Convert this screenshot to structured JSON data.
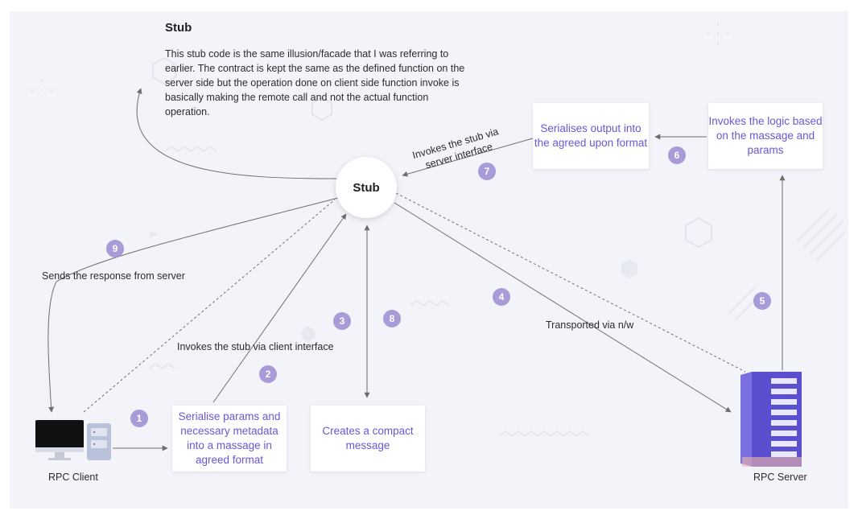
{
  "note": {
    "title": "Stub",
    "body": "This stub code is the same illusion/facade that I was referring to earlier. The contract is kept the same as the defined function on the server side but the operation done on client side function invoke is basically making the remote call and not the actual function operation."
  },
  "nodes": {
    "stub": "Stub",
    "client_label": "RPC Client",
    "server_label": "RPC Server"
  },
  "boxes": {
    "serialise_params": "Serialise params and necessary metadata into a massage in agreed format",
    "compact_message": "Creates a compact message",
    "serialise_output": "Serialises output into the agreed upon format",
    "invokes_logic": "Invokes the logic based on the massage and params"
  },
  "edge_labels": {
    "invokes_client": "Invokes the stub via client interface",
    "invokes_server": "Invokes the stub via server interface",
    "sends_response": "Sends the response from server",
    "transported": "Transported via n/w"
  },
  "steps": [
    "1",
    "2",
    "3",
    "4",
    "5",
    "6",
    "7",
    "8",
    "9"
  ],
  "colors": {
    "accent": "#6b56d6",
    "badge": "#a99ad8",
    "arrow": "#6e6e6e",
    "background": "#f3f4fa",
    "server": "#5a4fcf"
  }
}
